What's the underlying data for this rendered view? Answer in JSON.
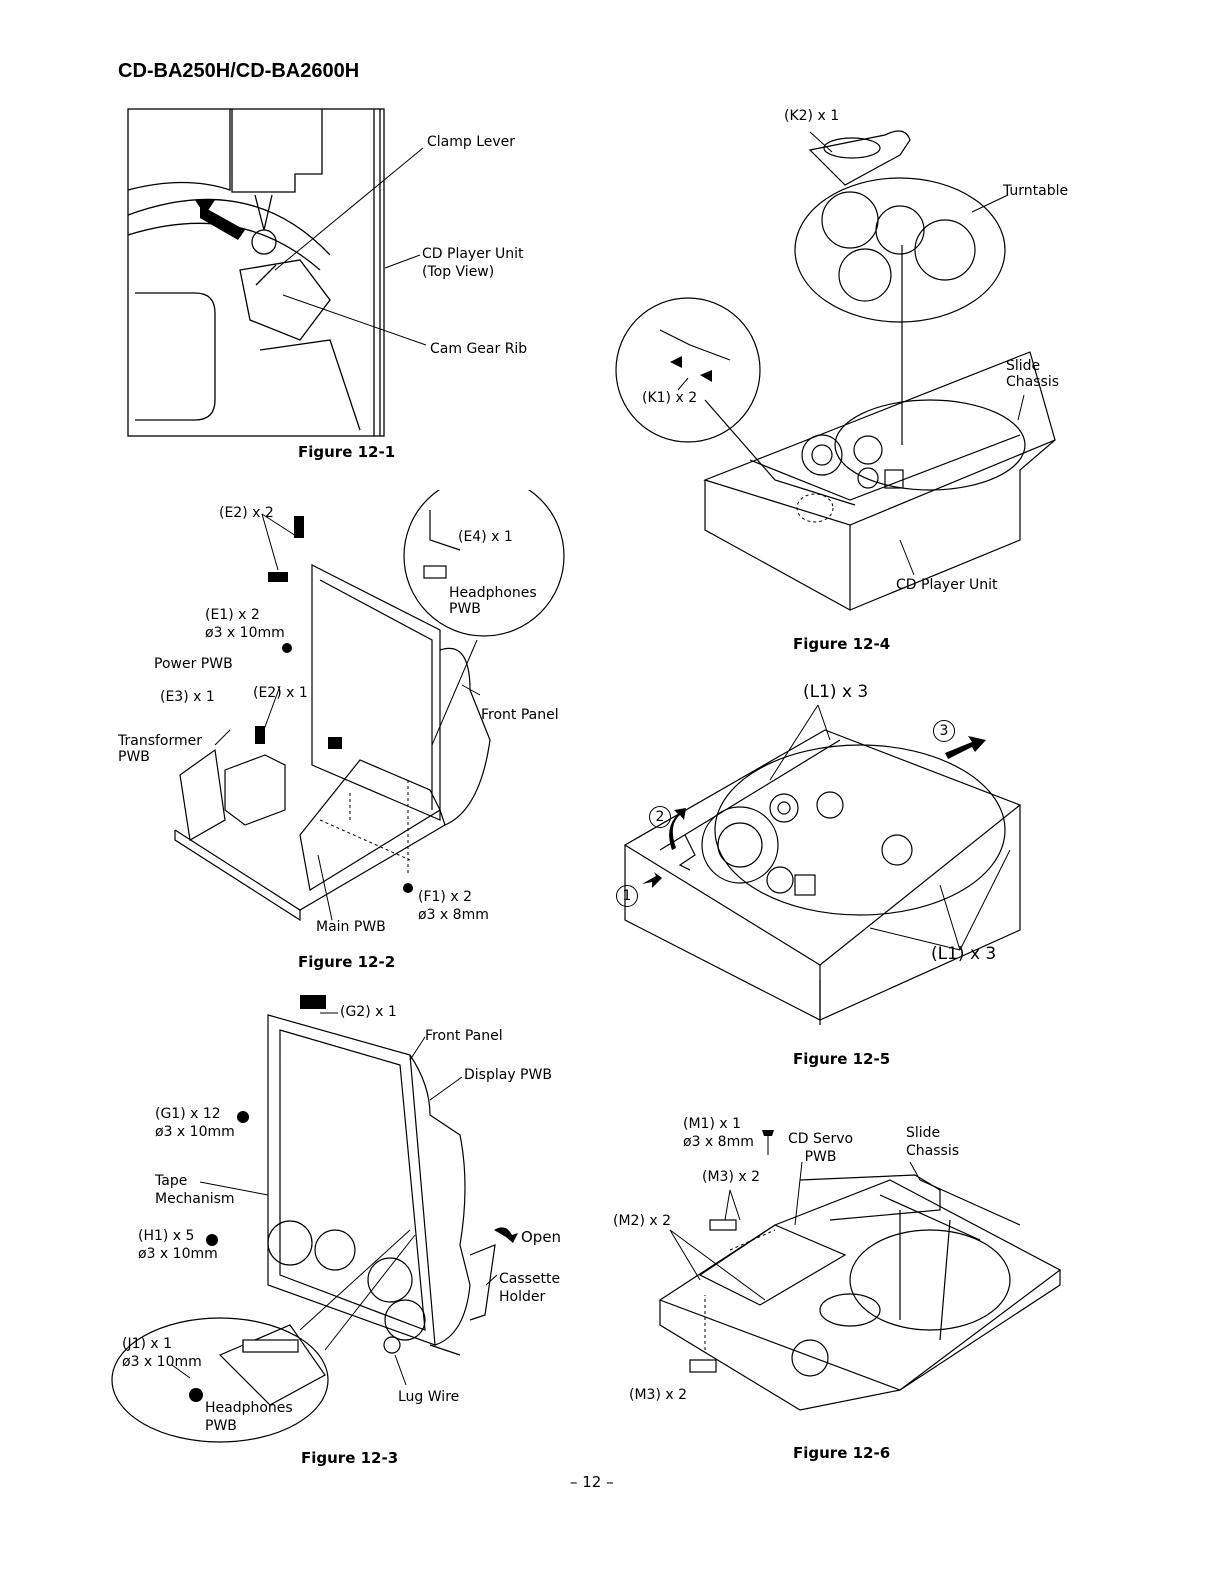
{
  "header": {
    "model": "CD-BA250H/CD-BA2600H"
  },
  "page_number": "– 12 –",
  "fig1": {
    "caption": "Figure 12-1",
    "clamp_lever": "Clamp Lever",
    "cd_player_unit": "CD Player Unit\n(Top View)",
    "cam_gear_rib": "Cam Gear Rib"
  },
  "fig2": {
    "caption": "Figure 12-2",
    "e2_top": "(E2) x 2",
    "e4": "(E4) x 1",
    "headphones": "Headphones\nPWB",
    "e1": "(E1) x 2\nø3 x 10mm",
    "power_pwb": "Power PWB",
    "e3": "(E3) x 1",
    "e2_mid": "(E2) x 1",
    "front_panel": "Front Panel",
    "transformer": "Transformer\nPWB",
    "f1": "(F1) x 2\nø3 x 8mm",
    "main_pwb": "Main PWB"
  },
  "fig3": {
    "caption": "Figure 12-3",
    "g2": "(G2) x 1",
    "front_panel": "Front Panel",
    "display_pwb": "Display PWB",
    "g1": "(G1) x 12\nø3 x 10mm",
    "tape": "Tape\nMechanism",
    "h1": "(H1) x 5\nø3 x 10mm",
    "open": "Open",
    "cassette": "Cassette\nHolder",
    "j1": "(J1) x 1\nø3 x 10mm",
    "headphones": "Headphones\nPWB",
    "lug": "Lug Wire"
  },
  "fig4": {
    "caption": "Figure 12-4",
    "k2": "(K2) x 1",
    "turntable": "Turntable",
    "slide": "Slide\nChassis",
    "k1": "(K1) x 2",
    "cd_unit": "CD Player Unit"
  },
  "fig5": {
    "caption": "Figure 12-5",
    "l1_top": "(L1) x 3",
    "l1_bottom": "(L1) x 3",
    "step1": "1",
    "step2": "2",
    "step3": "3"
  },
  "fig6": {
    "caption": "Figure 12-6",
    "m1": "(M1) x 1\nø3 x 8mm",
    "cd_servo": "CD Servo\nPWB",
    "slide": "Slide\nChassis",
    "m3_top": "(M3) x 2",
    "m2": "(M2) x 2",
    "m3_bottom": "(M3) x 2"
  }
}
